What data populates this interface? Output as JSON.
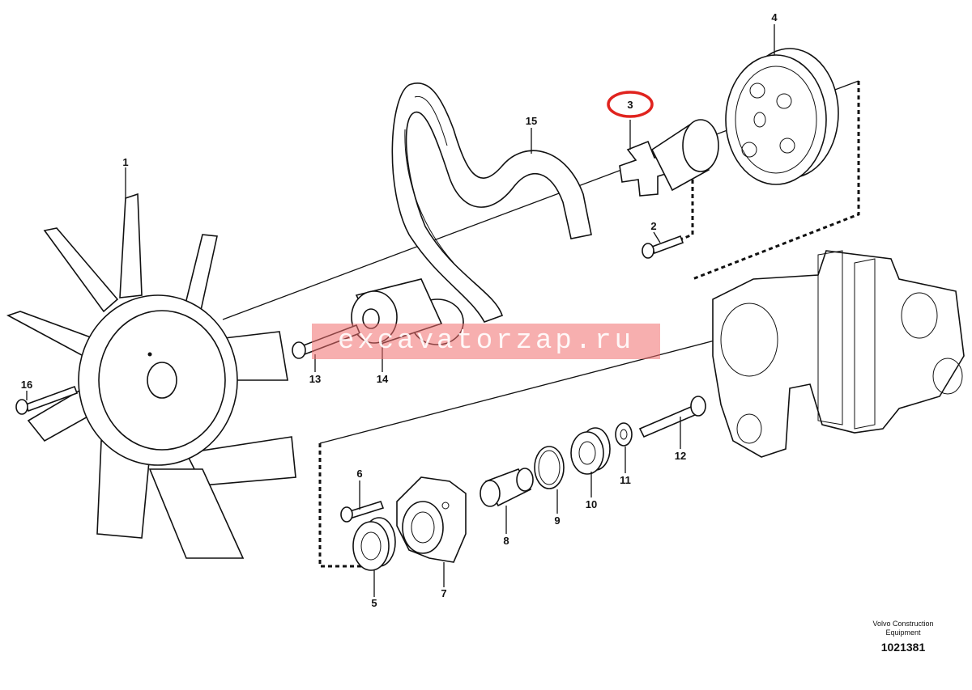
{
  "callouts": [
    "1",
    "2",
    "3",
    "4",
    "5",
    "6",
    "7",
    "8",
    "9",
    "10",
    "11",
    "12",
    "13",
    "14",
    "15",
    "16"
  ],
  "highlighted_callout": "3",
  "highlight_color": "#e0231e",
  "watermark": "excavatorzap.ru",
  "brand": {
    "line1": "Volvo Construction",
    "line2": "Equipment"
  },
  "document_number": "1021381"
}
